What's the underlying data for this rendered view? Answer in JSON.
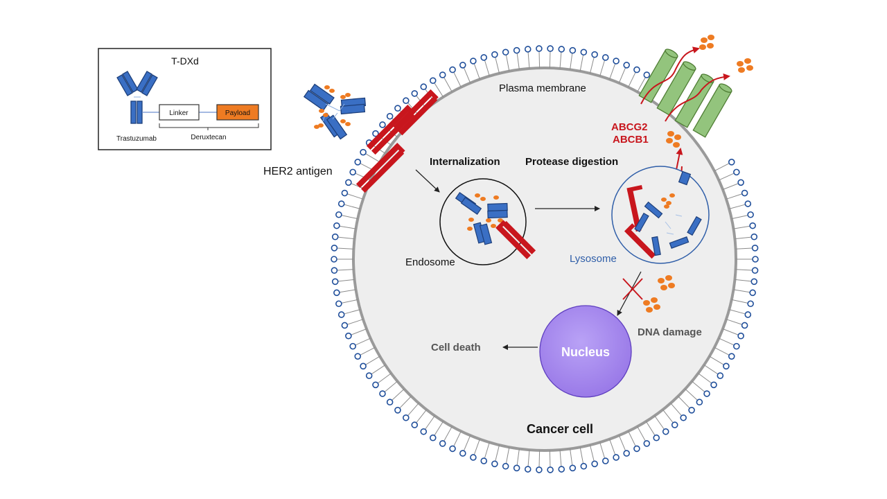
{
  "legend": {
    "title": "T-DXd",
    "linker": "Linker",
    "payload": "Payload",
    "trastuzumab": "Trastuzumab",
    "deruxtecan": "Deruxtecan"
  },
  "labels": {
    "her2_antigen": "HER2 antigen",
    "plasma_membrane": "Plasma membrane",
    "internalization": "Internalization",
    "protease_digestion": "Protease digestion",
    "endosome": "Endosome",
    "lysosome": "Lysosome",
    "abcg2": "ABCG2",
    "abcb1": "ABCB1",
    "dna_damage": "DNA damage",
    "nucleus": "Nucleus",
    "cell_death": "Cell death",
    "cancer_cell": "Cancer cell"
  },
  "colors": {
    "antibody": "#3a6fc4",
    "antibody_stroke": "#1d3f7a",
    "payload": "#ee7b22",
    "her2": "#c8161d",
    "transporter": "#93c47d",
    "transporter_stroke": "#4f7d34",
    "nucleus": "#a78af0",
    "membrane_head": "#1f4e9a",
    "cytoplasm": "#eeeeee",
    "label_red": "#c8161d",
    "label_blue": "#2f5ea8",
    "label_gray": "#555555"
  }
}
